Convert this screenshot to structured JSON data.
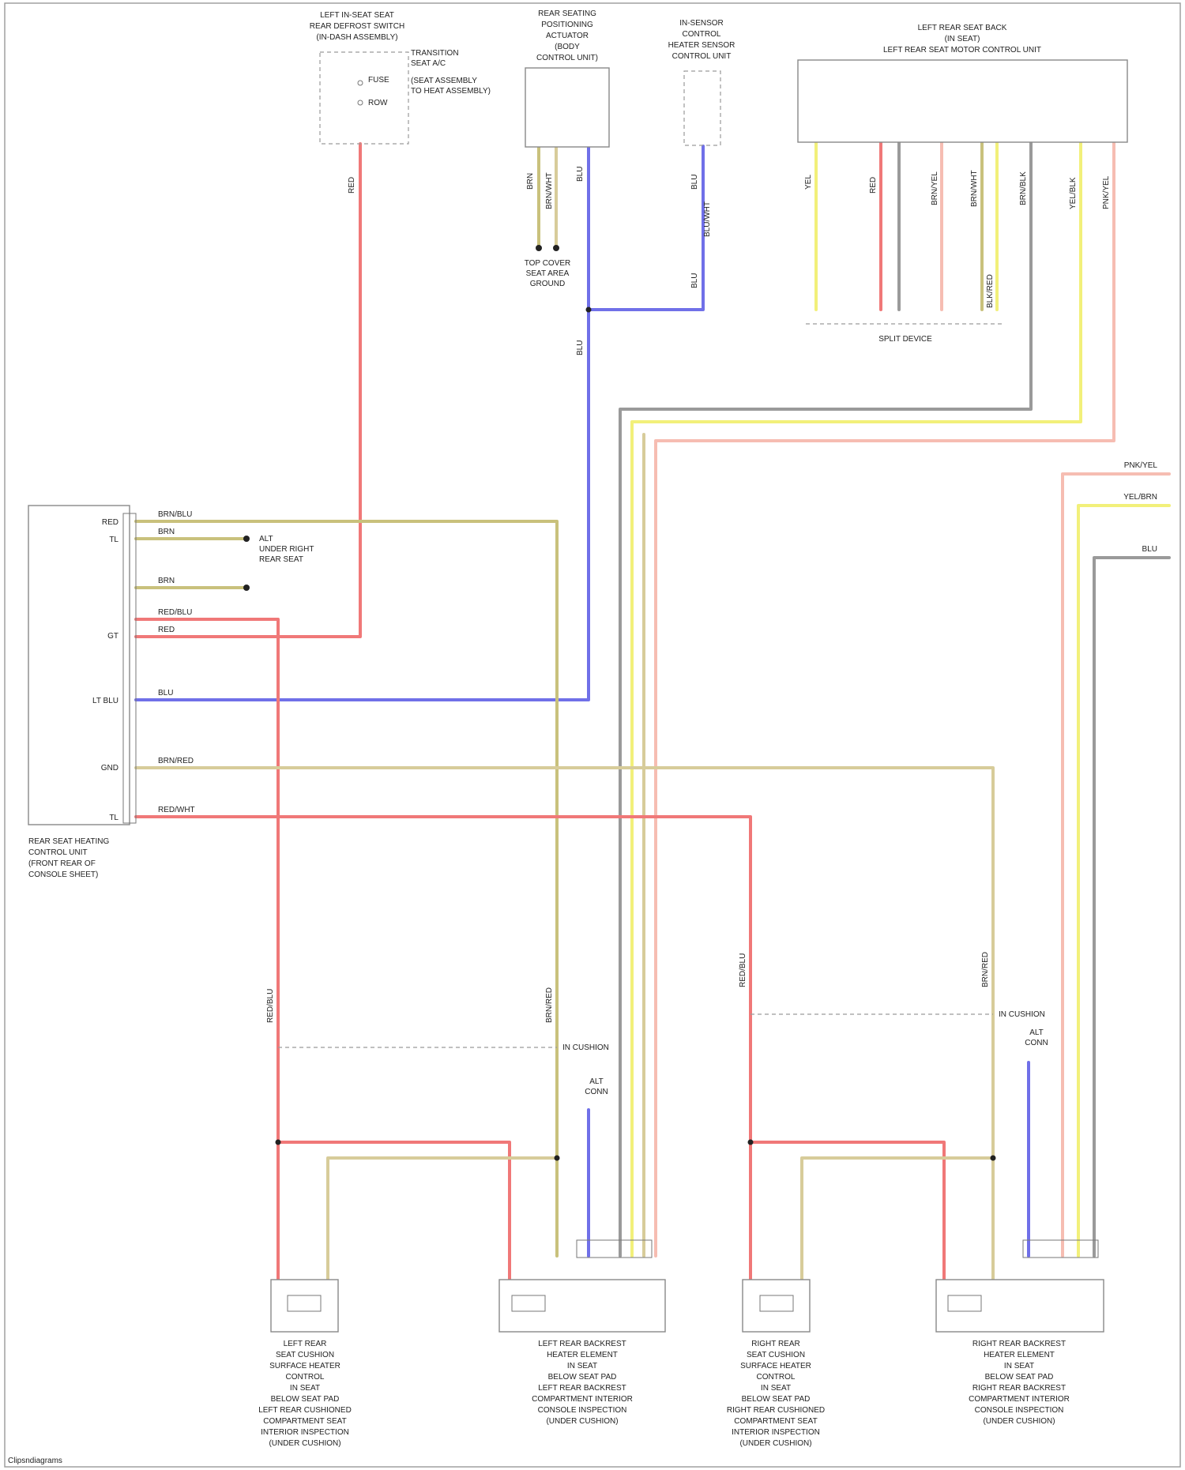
{
  "colors": {
    "red": "#f07878",
    "blue": "#7070e8",
    "yellow": "#f2f07a",
    "gray": "#9a9a9a",
    "olive": "#c9c17c",
    "tan": "#d7cc9a",
    "pink": "#f6bdb2",
    "frame": "#999999"
  },
  "components": {
    "top_switch": [
      "LEFT IN-SEAT SEAT",
      "REAR DEFROST SWITCH",
      "(IN-DASH ASSEMBLY)"
    ],
    "top_switch_note": [
      "TRANSITION",
      "SEAT A/C",
      "(SEAT ASSEMBLY",
      "TO HEAT ASSEMBLY)"
    ],
    "top_module": [
      "REAR SEATING",
      "POSITIONING",
      "ACTUATOR",
      "(BODY",
      "CONTROL UNIT)"
    ],
    "top_module_ground": [
      "TOP COVER",
      "SEAT AREA",
      "GROUND"
    ],
    "top_sensor": [
      "IN-SENSOR",
      "CONTROL",
      "HEATER SENSOR",
      "CONTROL UNIT"
    ],
    "top_right_module": [
      "LEFT REAR SEAT BACK",
      "(IN SEAT)",
      "LEFT REAR SEAT MOTOR CONTROL UNIT"
    ],
    "top_right_connector": "SPLIT DEVICE",
    "left_module": [
      "REAR SEAT HEATING",
      "CONTROL UNIT",
      "(FRONT REAR OF",
      "CONSOLE SHEET)"
    ],
    "left_ground_note": [
      "ALT",
      "UNDER RIGHT",
      "REAR SEAT"
    ],
    "bottom_1": [
      "LEFT REAR",
      "SEAT CUSHION",
      "SURFACE HEATER",
      "CONTROL",
      "IN SEAT",
      "BELOW SEAT PAD",
      "LEFT REAR CUSHIONED",
      "COMPARTMENT SEAT",
      "INTERIOR INSPECTION",
      "(UNDER CUSHION)"
    ],
    "bottom_2": [
      "LEFT REAR BACKREST",
      "HEATER ELEMENT",
      "IN SEAT",
      "BELOW SEAT PAD",
      "LEFT REAR BACKREST",
      "COMPARTMENT INTERIOR",
      "CONSOLE INSPECTION",
      "(UNDER CUSHION)"
    ],
    "bottom_3": [
      "RIGHT REAR",
      "SEAT CUSHION",
      "SURFACE HEATER",
      "CONTROL",
      "IN SEAT",
      "BELOW SEAT PAD",
      "RIGHT REAR CUSHIONED",
      "COMPARTMENT SEAT",
      "INTERIOR INSPECTION",
      "(UNDER CUSHION)"
    ],
    "bottom_4": [
      "RIGHT REAR BACKREST",
      "HEATER ELEMENT",
      "IN SEAT",
      "BELOW SEAT PAD",
      "RIGHT REAR BACKREST",
      "COMPARTMENT INTERIOR",
      "CONSOLE INSPECTION",
      "(UNDER CUSHION)"
    ],
    "alt_label_left": [
      "ALT",
      "CONN"
    ],
    "alt_label_right": [
      "ALT",
      "CONN"
    ]
  },
  "wire_labels": {
    "top_red": "RED",
    "top_switch_pins": [
      "FUSE",
      "ROW"
    ],
    "top_tan_pair": [
      "BRN",
      "BRN/WHT"
    ],
    "top_blue": "BLU",
    "sensor_blue": [
      "BLU",
      "BLU/WHT",
      "BLU"
    ],
    "mid_blue": "BLU",
    "right_cluster": [
      "YEL",
      "RED",
      "BRN/YEL",
      "BRN/WHT",
      "BLK/RED",
      "BRN/BLK",
      "YEL/BLK",
      "PNK/YEL"
    ],
    "right_exits": [
      "PNK/YEL",
      "YEL/BRN",
      "BLU"
    ],
    "left_pins": [
      "RED",
      "TL",
      "GT",
      "LT BLU",
      "GND",
      "TL"
    ],
    "left_wires": [
      "BRN/BLU",
      "BRN",
      "BRN",
      "RED/BLU",
      "RED",
      "BLU",
      "BRN/RED",
      "RED/WHT"
    ],
    "in_line_left": "IN CUSHION",
    "in_line_right": "IN CUSHION",
    "vertical_red": "RED/BLU",
    "vertical_tan": "BRN/RED"
  },
  "footer": "Clipsndiagrams"
}
